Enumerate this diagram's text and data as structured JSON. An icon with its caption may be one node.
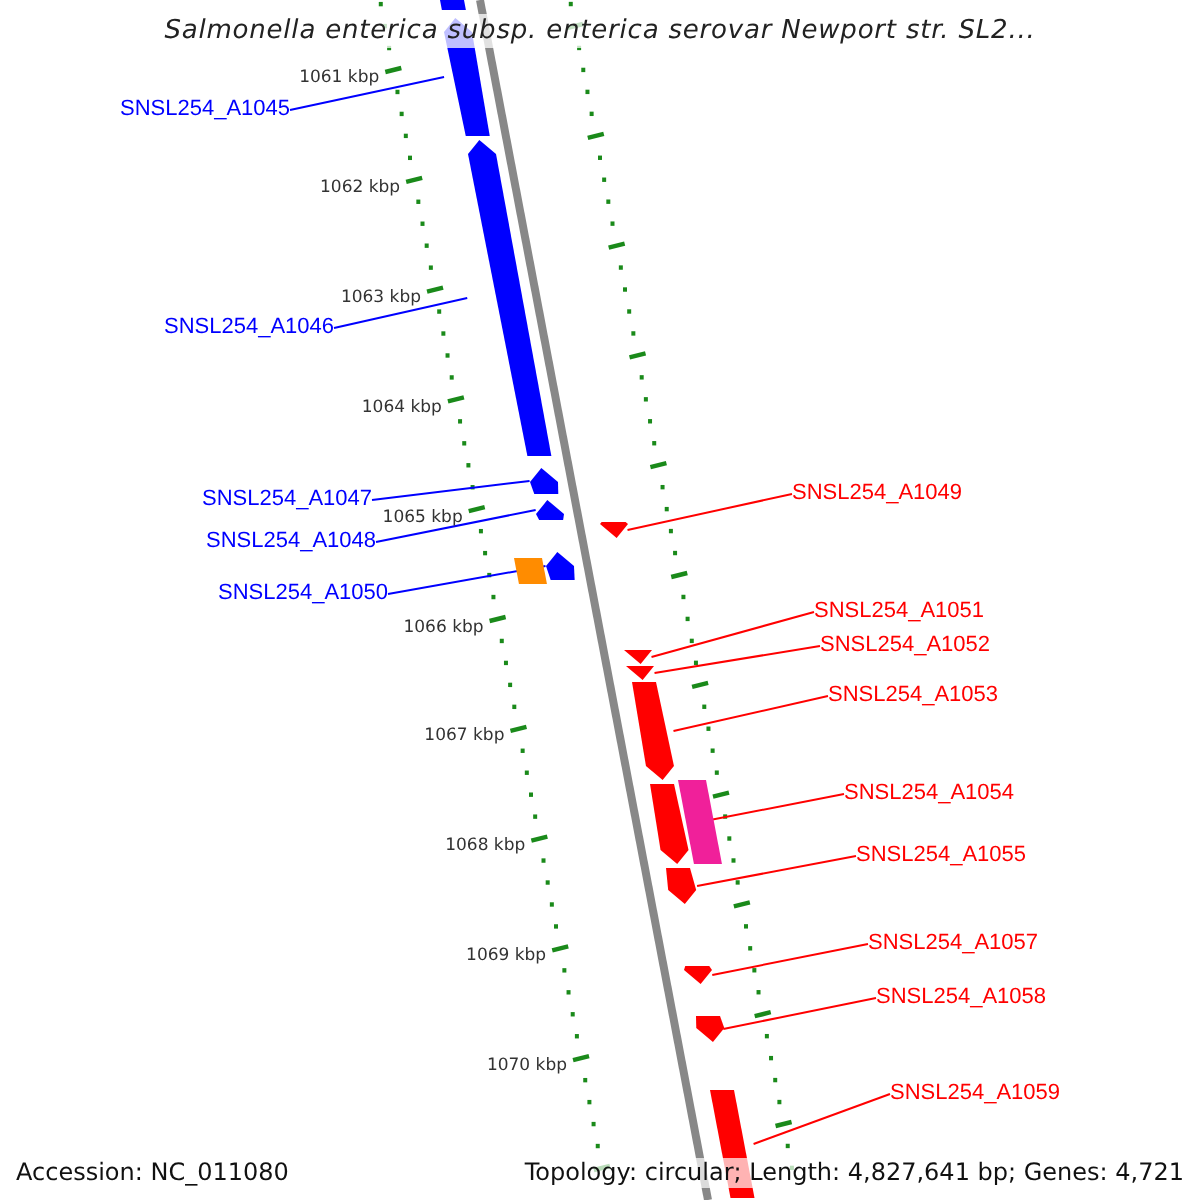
{
  "diagram": {
    "title": "Salmonella enterica subsp. enterica serovar Newport str. SL2...",
    "nodes": [
      {
        "text": [
          "SNSL254_A1045"
        ]
      },
      {
        "text": [
          "SNSL254_A1046"
        ]
      },
      {
        "text": [
          "SNSL254_A1047"
        ]
      },
      {
        "text": [
          "SNSL254_A1048"
        ]
      },
      {
        "text": [
          "SNSL254_A1050"
        ]
      },
      {
        "text": [
          "SNSL254_A1049"
        ]
      },
      {
        "text": [
          "SNSL254_A1051"
        ]
      },
      {
        "text": [
          "SNSL254_A1052"
        ]
      },
      {
        "text": [
          "SNSL254_A1053"
        ]
      },
      {
        "text": [
          "SNSL254_A1054"
        ]
      },
      {
        "text": [
          "SNSL254_A1055"
        ]
      },
      {
        "text": [
          "SNSL254_A1057"
        ]
      },
      {
        "text": [
          "SNSL254_A1058"
        ]
      },
      {
        "text": [
          "SNSL254_A1059"
        ]
      },
      {
        "text": [],
        "shape": "bar"
      },
      {
        "text": [],
        "shape": "arrow"
      },
      {
        "text": [],
        "shape": "arrow"
      },
      {
        "text": [],
        "shape": "arrow"
      },
      {
        "text": [],
        "shape": "arrow"
      },
      {
        "text": [],
        "shape": "box"
      },
      {
        "text": [],
        "shape": "arrow"
      },
      {
        "text": [],
        "shape": "arrow"
      },
      {
        "text": [],
        "shape": "arrow"
      },
      {
        "text": [],
        "shape": "arrow"
      },
      {
        "text": [],
        "shape": "arrow"
      },
      {
        "text": [],
        "shape": "arrow"
      },
      {
        "text": [],
        "shape": "box"
      },
      {
        "text": [],
        "shape": "arrow"
      },
      {
        "text": [],
        "shape": "arrow"
      },
      {
        "text": [],
        "shape": "arrow"
      },
      {
        "text": [],
        "shape": "bar"
      }
    ],
    "edges": [
      {
        "from": 0,
        "to": 15,
        "arrow": "none",
        "color": "#0000ff"
      },
      {
        "from": 1,
        "to": 16,
        "arrow": "none",
        "color": "#0000ff"
      },
      {
        "from": 2,
        "to": 17,
        "arrow": "none",
        "color": "#0000ff"
      },
      {
        "from": 3,
        "to": 18,
        "arrow": "none",
        "color": "#0000ff"
      },
      {
        "from": 4,
        "to": 20,
        "arrow": "none",
        "color": "#0000ff"
      },
      {
        "from": 5,
        "to": 21,
        "arrow": "none"
      },
      {
        "from": 6,
        "to": 22,
        "arrow": "none"
      },
      {
        "from": 7,
        "to": 23,
        "arrow": "none"
      },
      {
        "from": 8,
        "to": 24,
        "arrow": "none"
      },
      {
        "from": 9,
        "to": 25,
        "arrow": "none"
      },
      {
        "from": 10,
        "to": 27,
        "arrow": "none"
      },
      {
        "from": 11,
        "to": 28,
        "arrow": "none"
      },
      {
        "from": 12,
        "to": 29,
        "arrow": "none"
      },
      {
        "from": 13,
        "to": 30,
        "arrow": "none"
      }
    ],
    "labels": [
      "1061 kbp",
      "1062 kbp",
      "1063 kbp",
      "1064 kbp",
      "1065 kbp",
      "1066 kbp",
      "1067 kbp",
      "1068 kbp",
      "1069 kbp",
      "1070 kbp",
      "Accession: NC_011080",
      "Topology: circular; Length: 4,827,641 bp; Genes: 4,721"
    ]
  }
}
